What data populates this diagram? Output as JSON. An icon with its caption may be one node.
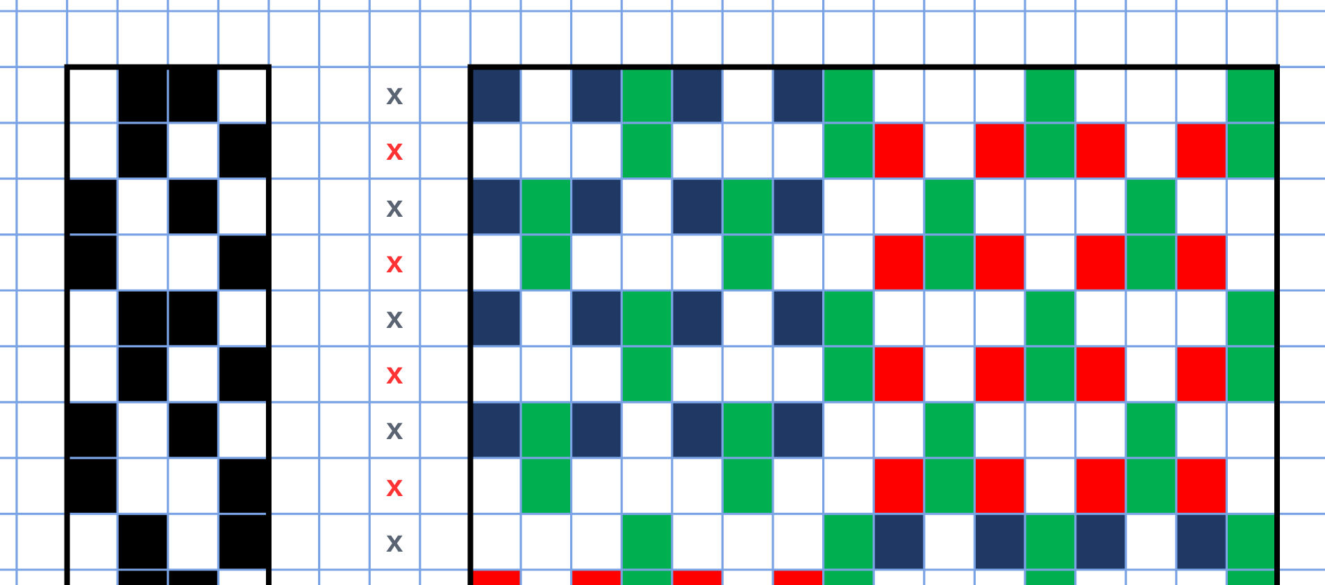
{
  "diagram": {
    "labels": [
      "x",
      "x",
      "x",
      "x",
      "x",
      "x",
      "x",
      "x",
      "x"
    ]
  }
}
